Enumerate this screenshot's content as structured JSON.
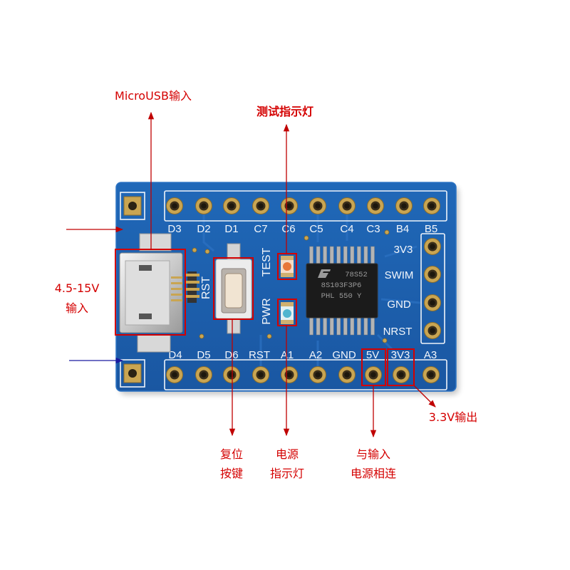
{
  "annotations": {
    "microusb_input": "MicroUSB输入",
    "test_indicator": "测试指示灯",
    "input_voltage": "4.5-15V",
    "input_label": "输入",
    "reset_line1": "复位",
    "reset_line2": "按键",
    "power_line1": "电源",
    "power_line2": "指示灯",
    "link_line1": "与输入",
    "link_line2": "电源相连",
    "output_3v3": "3.3V输出"
  },
  "board": {
    "top_pins": [
      "D3",
      "D2",
      "D1",
      "C7",
      "C6",
      "C5",
      "C4",
      "C3",
      "B4",
      "B5"
    ],
    "bottom_pins": [
      "D4",
      "D5",
      "D6",
      "RST",
      "A1",
      "A2",
      "GND",
      "5V",
      "3V3",
      "A3"
    ],
    "right_pins": [
      "3V3",
      "SWIM",
      "GND",
      "NRST"
    ],
    "reset_label": "RST",
    "test_label": "TEST",
    "power_label": "PWR",
    "chip_lines": [
      "78S52",
      "8S103F3P6",
      "PHL 550 Y"
    ]
  },
  "colors": {
    "board": "#1c5fad",
    "annotation": "#d40000",
    "highlight_box": "#d40000",
    "blue_arrow": "#1a1aa0",
    "silkscreen": "#f4f7fb",
    "pad": "#c9a552"
  }
}
